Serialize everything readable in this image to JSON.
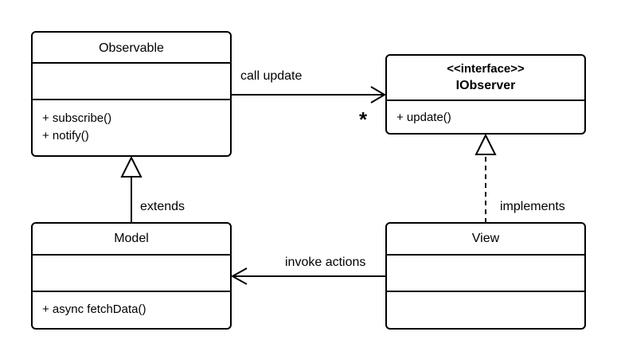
{
  "diagram": {
    "type": "uml-class-diagram",
    "classes": {
      "observable": {
        "name": "Observable",
        "attributes": [],
        "methods": [
          "+ subscribe()",
          "+ notify()"
        ]
      },
      "iobserver": {
        "stereotype": "<<interface>>",
        "name": "IObserver",
        "methods": [
          "+ update()"
        ]
      },
      "model": {
        "name": "Model",
        "attributes": [],
        "methods": [
          "+ async fetchData()"
        ]
      },
      "view": {
        "name": "View",
        "attributes": [],
        "methods": []
      }
    },
    "relations": {
      "call_update": {
        "label": "call update",
        "from": "Observable",
        "to": "IObserver",
        "kind": "association",
        "multiplicity": "*"
      },
      "extends": {
        "label": "extends",
        "from": "Model",
        "to": "Observable",
        "kind": "generalization"
      },
      "implements": {
        "label": "implements",
        "from": "View",
        "to": "IObserver",
        "kind": "realization"
      },
      "invoke_actions": {
        "label": "invoke actions",
        "from": "View",
        "to": "Model",
        "kind": "association"
      }
    }
  },
  "colors": {
    "line": "#000000",
    "box_fill": "#ffffff",
    "background": "#ffffff"
  }
}
